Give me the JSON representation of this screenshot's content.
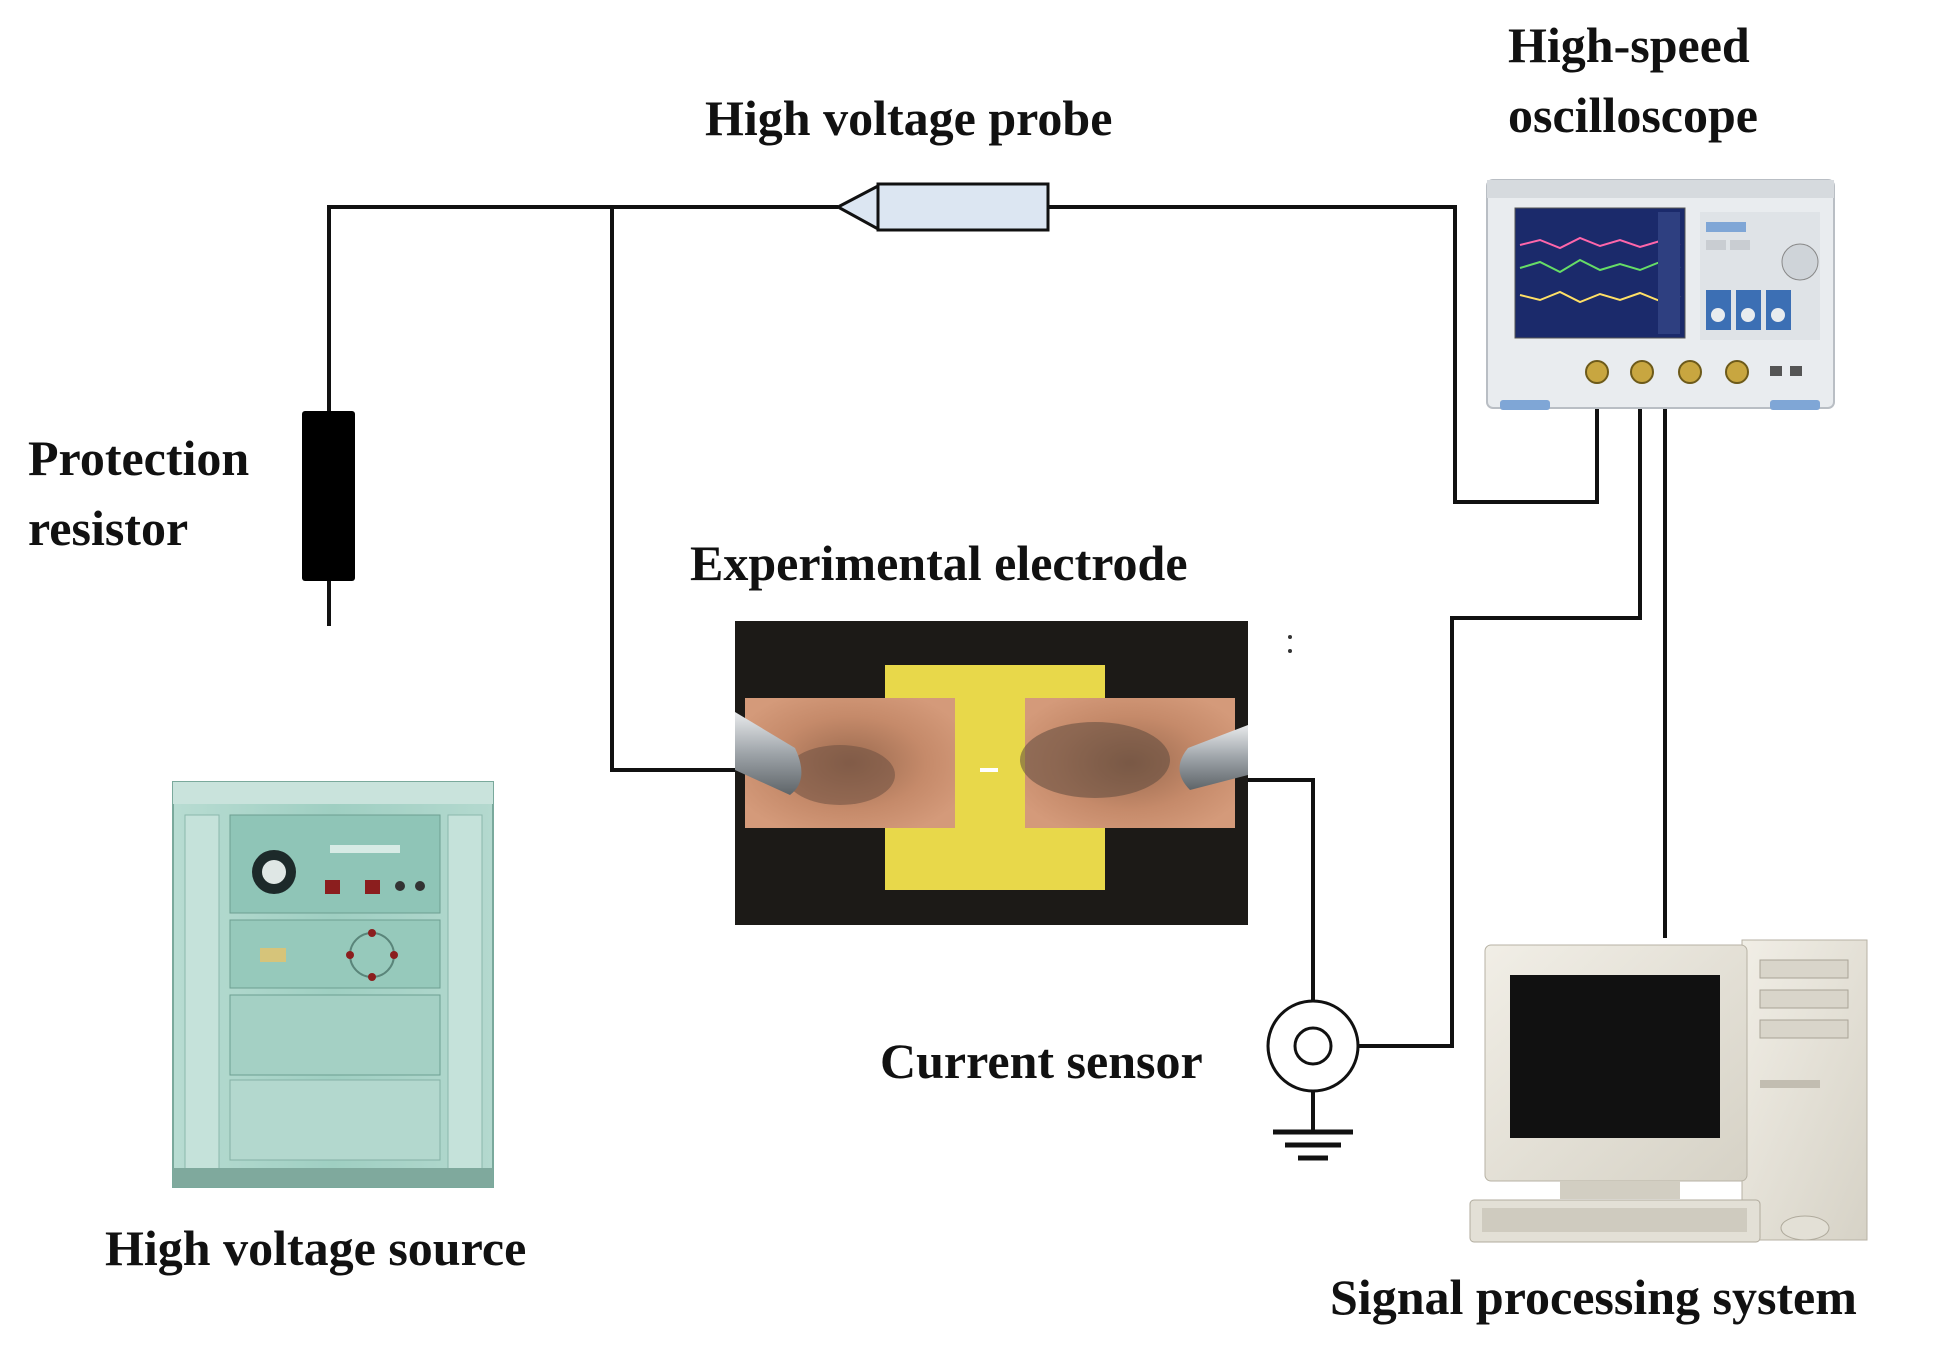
{
  "labels": {
    "high_voltage_probe": "High voltage probe",
    "oscilloscope_line1": "High-speed",
    "oscilloscope_line2": "oscilloscope",
    "protection_resistor_line1": "Protection",
    "protection_resistor_line2": "resistor",
    "experimental_electrode": "Experimental electrode",
    "current_sensor": "Current sensor",
    "high_voltage_source": "High voltage source",
    "signal_processing_system": "Signal processing system"
  },
  "colors": {
    "wire": "#111111",
    "probe_body": "#dce6f2",
    "resistor": "#000000",
    "electrode_background": "#1c1a17",
    "electrode_copper": "#c58a6a",
    "electrode_substrate": "#e8d84a",
    "cabinet": "#9fd0c4",
    "oscilloscope_body": "#e9ecef",
    "oscilloscope_screen": "#1b2a6b",
    "computer_body": "#e6e3da",
    "monitor_screen": "#111111"
  },
  "icons": [
    "high-voltage-probe-icon",
    "protection-resistor-icon",
    "oscilloscope-image",
    "high-voltage-source-image",
    "experimental-electrode-image",
    "current-sensor-icon",
    "ground-symbol-icon",
    "computer-image"
  ]
}
